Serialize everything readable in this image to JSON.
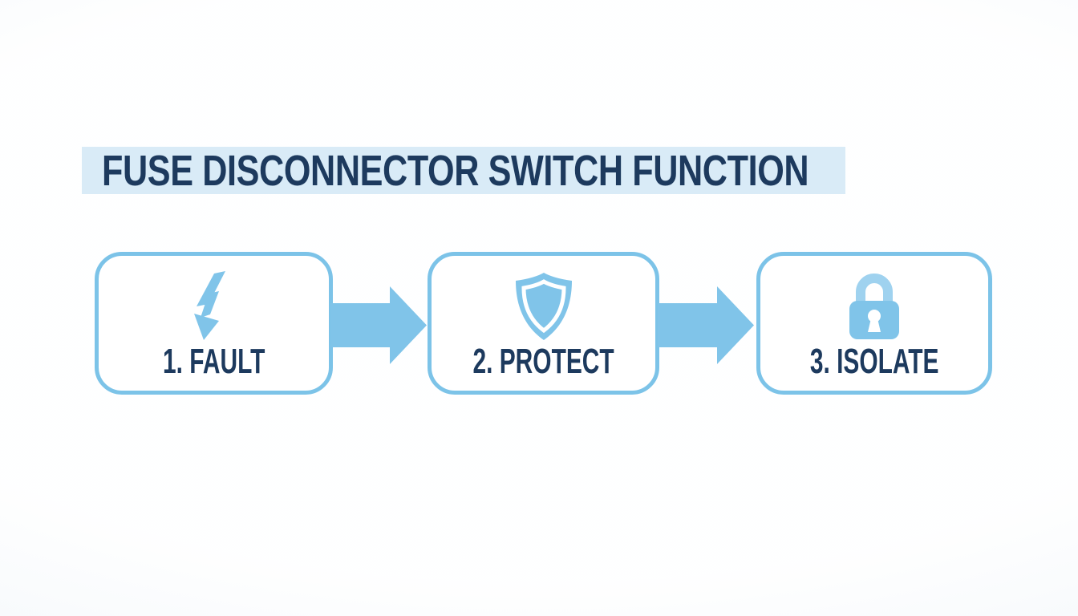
{
  "page": {
    "background_color": "#f9fbfd"
  },
  "title": {
    "text": "FUSE DISCONNECTOR SWITCH FUNCTION",
    "background_color": "#d9ebf7",
    "text_color": "#1d3a5e"
  },
  "flow": {
    "steps": [
      {
        "label": "1. FAULT",
        "icon": "lightning-bolt-icon"
      },
      {
        "label": "2. PROTECT",
        "icon": "shield-icon"
      },
      {
        "label": "3. ISOLATE",
        "icon": "padlock-icon"
      }
    ],
    "connector_icon": "arrow-right-icon",
    "connector_count": 2
  },
  "colors": {
    "accent_blue": "#80c4e9",
    "accent_blue_light": "#9fd2ef",
    "box_border_blue": "#7cc3e8",
    "navy_text": "#1d3a5e",
    "title_highlight": "#d9ebf7"
  }
}
